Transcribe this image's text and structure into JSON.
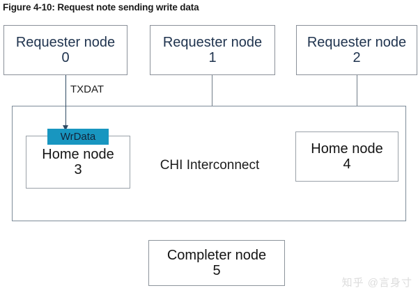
{
  "figure": {
    "title": "Figure 4-10: Request note sending write data"
  },
  "diagram": {
    "requester_nodes": [
      {
        "name": "Requester node",
        "id": "0"
      },
      {
        "name": "Requester node",
        "id": "1"
      },
      {
        "name": "Requester node",
        "id": "2"
      }
    ],
    "interconnect": {
      "label": "CHI Interconnect",
      "home_nodes": [
        {
          "name": "Home node",
          "id": "3"
        },
        {
          "name": "Home node",
          "id": "4"
        }
      ]
    },
    "completer_node": {
      "name": "Completer node",
      "id": "5"
    },
    "flows": [
      {
        "label": "TXDAT",
        "from": "Requester node 0",
        "to": "Home node 3"
      }
    ],
    "badges": [
      {
        "label": "WrData",
        "attached_to": "Home node 3",
        "color": "#1896c0"
      }
    ],
    "colors": {
      "requester_text": "#20344f",
      "node_text": "#141414",
      "border": "#8a9099",
      "badge": "#1896c0",
      "arrow": "#2f4a63"
    }
  },
  "watermark": {
    "text": "知乎 @言身寸"
  }
}
